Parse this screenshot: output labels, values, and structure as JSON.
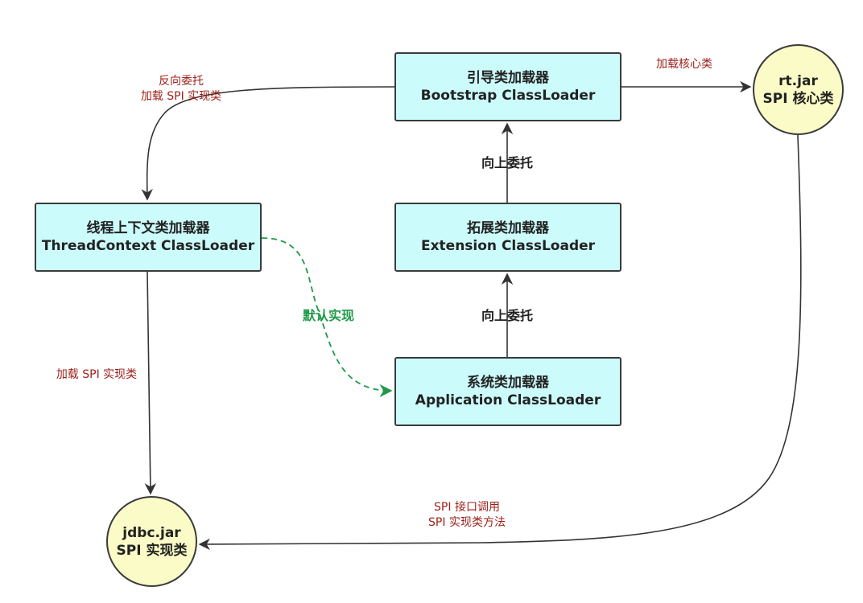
{
  "nodes": {
    "bootstrap": {
      "line1": "引导类加载器",
      "line2": "Bootstrap ClassLoader"
    },
    "extension": {
      "line1": "拓展类加载器",
      "line2": "Extension ClassLoader"
    },
    "application": {
      "line1": "系统类加载器",
      "line2": "Application ClassLoader"
    },
    "thread_context": {
      "line1": "线程上下文类加载器",
      "line2": "ThreadContext ClassLoader"
    },
    "rt_jar": {
      "line1": "rt.jar",
      "line2": "SPI 核心类"
    },
    "jdbc_jar": {
      "line1": "jdbc.jar",
      "line2": "SPI 实现类"
    }
  },
  "edges": {
    "reverse_delegate": {
      "line1": "反向委托",
      "line2": "加载 SPI 实现类"
    },
    "load_core": {
      "label": "加载核心类"
    },
    "delegate_up_1": {
      "label": "向上委托"
    },
    "delegate_up_2": {
      "label": "向上委托"
    },
    "default_impl": {
      "label": "默认实现"
    },
    "load_spi_impl": {
      "label": "加载 SPI 实现类"
    },
    "spi_call": {
      "line1": "SPI 接口调用",
      "line2": "SPI 实现类方法"
    }
  },
  "colors": {
    "box_fill": "#ccfbfb",
    "circle_fill": "#fafbc6",
    "label_red": "#9c1f17",
    "dashed_green": "#1f9a48",
    "line": "#333333"
  }
}
